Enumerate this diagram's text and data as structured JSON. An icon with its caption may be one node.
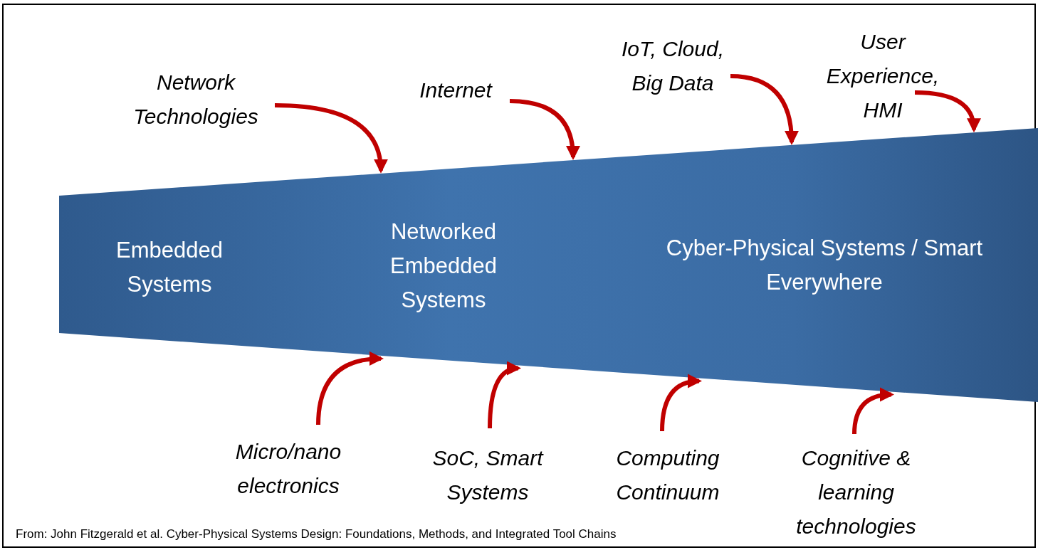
{
  "diagram": {
    "caption": "From: John Fitzgerald et al. Cyber-Physical Systems Design: Foundations, Methods, and Integrated Tool Chains",
    "nodes": [
      {
        "text": [
          "Embedded Systems",
          "Networked Embedded Systems",
          "Cyber-Physical Systems / Smart Everywhere"
        ]
      },
      {
        "text": [
          "Network Technologies"
        ]
      },
      {
        "text": [
          "Internet"
        ]
      },
      {
        "text": [
          "IoT, Cloud, Big Data"
        ]
      },
      {
        "text": [
          "User Experience, HMI"
        ]
      },
      {
        "text": [
          "Micro/nano electronics"
        ]
      },
      {
        "text": [
          "SoC, Smart Systems"
        ]
      },
      {
        "text": [
          "Computing Continuum"
        ]
      },
      {
        "text": [
          "Cognitive & learning technologies"
        ]
      }
    ],
    "edges": [
      {
        "from": 1,
        "to": 0,
        "arrow": "to"
      },
      {
        "from": 2,
        "to": 0,
        "arrow": "to"
      },
      {
        "from": 3,
        "to": 0,
        "arrow": "to"
      },
      {
        "from": 4,
        "to": 0,
        "arrow": "to"
      },
      {
        "from": 5,
        "to": 0,
        "arrow": "to"
      },
      {
        "from": 6,
        "to": 0,
        "arrow": "to"
      },
      {
        "from": 7,
        "to": 0,
        "arrow": "to"
      },
      {
        "from": 8,
        "to": 0,
        "arrow": "to"
      }
    ]
  }
}
